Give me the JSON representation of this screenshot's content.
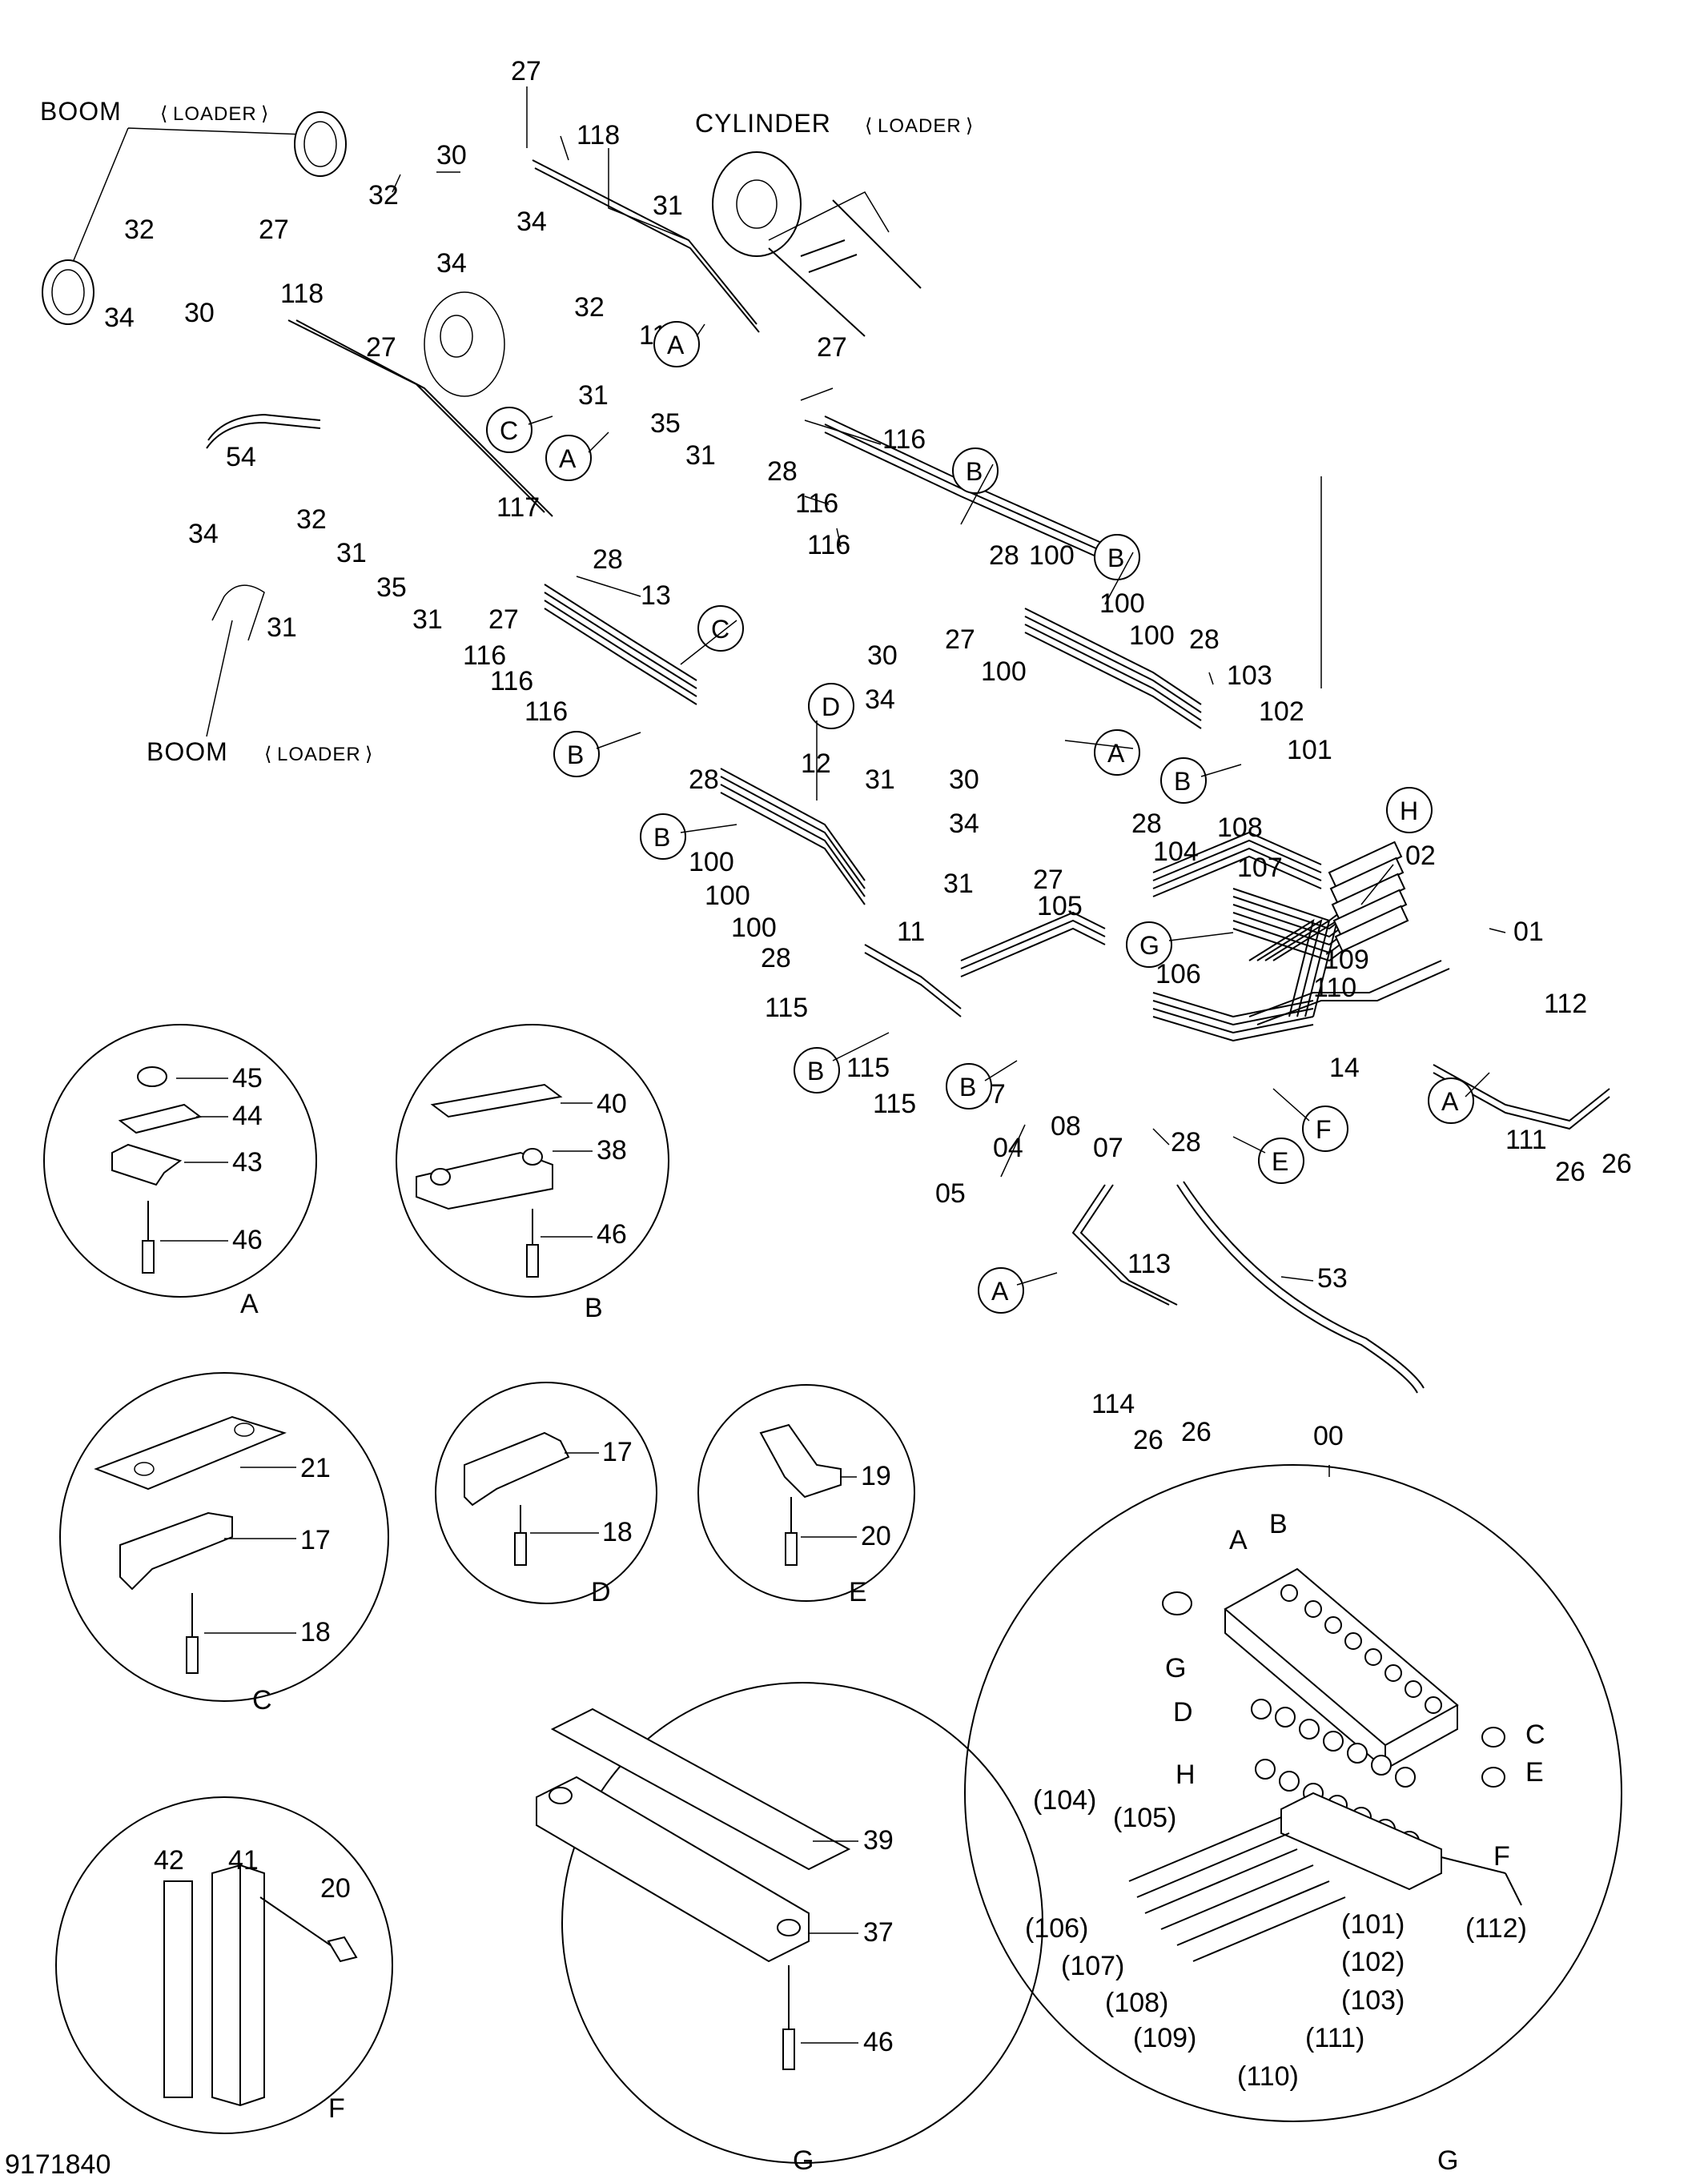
{
  "drawing_number": "9171840",
  "titles": {
    "boom_top": "BOOM",
    "boom_top_sub": "LOADER",
    "cylinder": "CYLINDER",
    "cylinder_sub": "LOADER",
    "boom_bottom": "BOOM",
    "boom_bottom_sub": "LOADER"
  },
  "detail_captions": {
    "A": "A",
    "B": "B",
    "C": "C",
    "D": "D",
    "E": "E",
    "F": "F",
    "G1": "G",
    "G2": "G"
  },
  "callouts": {
    "c27a": "27",
    "c118a": "118",
    "c30a": "30",
    "c32a": "32",
    "c34a": "34",
    "c32b": "32",
    "c27b": "27",
    "c30b": "30",
    "c118b": "118",
    "c34b": "34",
    "c27c": "27",
    "c31a": "31",
    "c34c": "34",
    "c32c": "32",
    "c117a": "117",
    "c31b": "31",
    "c27d": "27",
    "c35a": "35",
    "c31c": "31",
    "c28a": "28",
    "c116a": "116",
    "c116b": "116",
    "c116c": "116",
    "c54": "54",
    "c117b": "117",
    "c34d": "34",
    "c32d": "32",
    "c31d": "31",
    "c35b": "35",
    "c28b": "28",
    "c31e": "31",
    "c27e": "27",
    "c13": "13",
    "c116d": "116",
    "c116e": "116",
    "c116f": "116",
    "c31f": "31",
    "c28c": "28",
    "c100a": "100",
    "c100b": "100",
    "c100c": "100",
    "c28d": "28",
    "c103": "103",
    "c102": "102",
    "c101": "101",
    "c30c": "30",
    "c27f": "27",
    "c100d": "100",
    "c34e": "34",
    "c12": "12",
    "c31g": "31",
    "c30d": "30",
    "c34f": "34",
    "c28e": "28",
    "c104": "104",
    "c108": "108",
    "c107": "107",
    "c02": "02",
    "c01": "01",
    "c27g": "27",
    "c105": "105",
    "c31h": "31",
    "c11": "11",
    "c106": "106",
    "c109": "109",
    "c110": "110",
    "c28f": "28",
    "c100e": "100",
    "c100f": "100",
    "c100g": "100",
    "c28g": "28",
    "c115a": "115",
    "c115b": "115",
    "c115c": "115",
    "c07a": "07",
    "c04": "04",
    "c08": "08",
    "c07b": "07",
    "c28h": "28",
    "c14": "14",
    "c112": "112",
    "c111": "111",
    "c26a": "26",
    "c26b": "26",
    "c05": "05",
    "c53": "53",
    "c113": "113",
    "c114": "114",
    "c26c": "26",
    "c26d": "26",
    "c00": "00"
  },
  "circle_tags": {
    "tA1": "A",
    "tA2": "A",
    "tC1": "C",
    "tB1": "B",
    "tB2": "B",
    "tC2": "C",
    "tB3": "B",
    "tD": "D",
    "tA3": "A",
    "tB4": "B",
    "tB5": "B",
    "tH": "H",
    "tG": "G",
    "tB6": "B",
    "tB7": "B",
    "tF": "F",
    "tE": "E",
    "tA4": "A",
    "tA5": "A"
  },
  "detail_A": {
    "c45": "45",
    "c44": "44",
    "c43": "43",
    "c46": "46"
  },
  "detail_B": {
    "c40": "40",
    "c38": "38",
    "c46": "46"
  },
  "detail_C": {
    "c21": "21",
    "c17": "17",
    "c18": "18"
  },
  "detail_D": {
    "c17": "17",
    "c18": "18"
  },
  "detail_E": {
    "c19": "19",
    "c20": "20"
  },
  "detail_F": {
    "c42": "42",
    "c41": "41",
    "c20": "20"
  },
  "detail_G1": {
    "c39": "39",
    "c37": "37",
    "c46": "46"
  },
  "detail_G2": {
    "A": "A",
    "B": "B",
    "G": "G",
    "D": "D",
    "C": "C",
    "H": "H",
    "E": "E",
    "F": "F",
    "p104": "(104)",
    "p105": "(105)",
    "p106": "(106)",
    "p107": "(107)",
    "p108": "(108)",
    "p109": "(109)",
    "p110": "(110)",
    "p111": "(111)",
    "p101": "(101)",
    "p102": "(102)",
    "p103": "(103)",
    "p112": "(112)"
  }
}
